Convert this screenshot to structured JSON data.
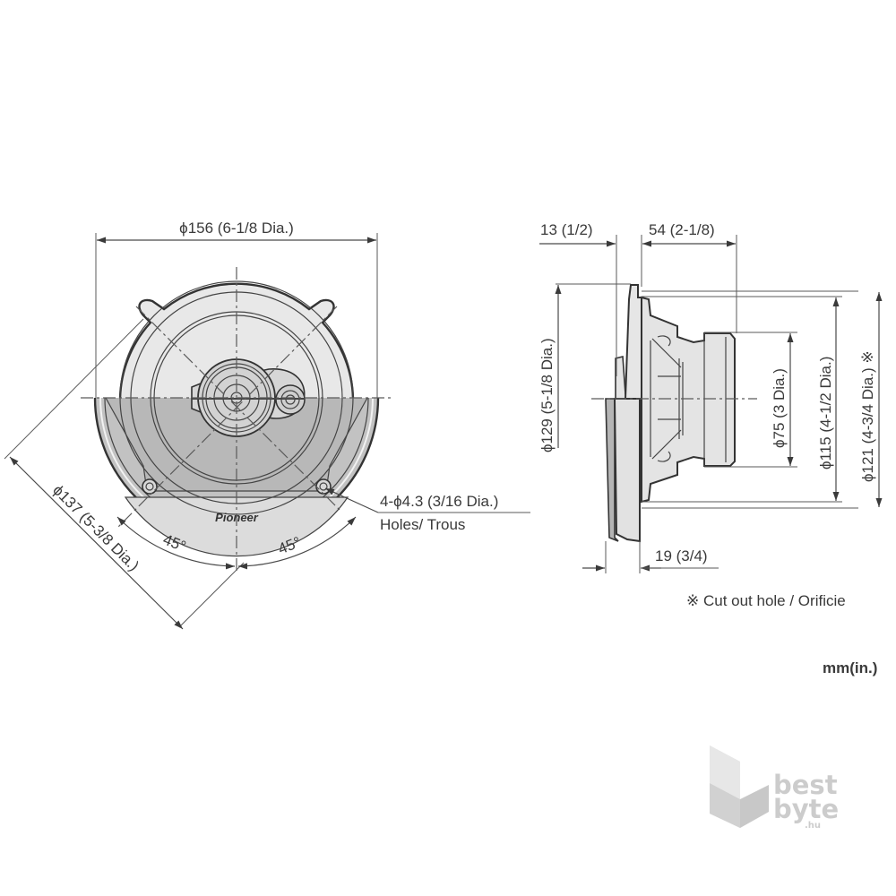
{
  "diagram": {
    "type": "technical-dimension-drawing",
    "subject": "Coaxial car speaker, front and side views",
    "front_view": {
      "overall_diameter_label": "ϕ156 (6-1/8 Dia.)",
      "mounting_circle_label": "ϕ137 (5-3/8 Dia.)",
      "angle_left_label": "45°",
      "angle_right_label": "45°",
      "holes_label_line1": "4-ϕ4.3 (3/16 Dia.)",
      "holes_label_line2": "Holes/ Trous",
      "brand_logo": "Pioneer"
    },
    "side_view": {
      "flange_depth_label": "13 (1/2)",
      "mount_depth_label": "54 (2-1/8)",
      "front_protrusion_label": "19 (3/4)",
      "outer_diameter_label": "ϕ129 (5-1/8 Dia.)",
      "magnet_diameter_label": "ϕ75 (3 Dia.)",
      "basket_diameter_label": "ϕ115 (4-1/2 Dia.)",
      "cutout_diameter_label": "ϕ121 (4-3/4 Dia.) ※"
    },
    "notes": {
      "cutout_note": "※ Cut out hole / Orificie",
      "units": "mm(in.)"
    },
    "watermark": {
      "line1": "best",
      "line2": "byte",
      "suffix": ".hu"
    },
    "colors": {
      "line": "#333333",
      "light_fill": "#e6e6e6",
      "dark_fill": "#bdbdbd",
      "watermark": "#c8c8c8"
    }
  }
}
